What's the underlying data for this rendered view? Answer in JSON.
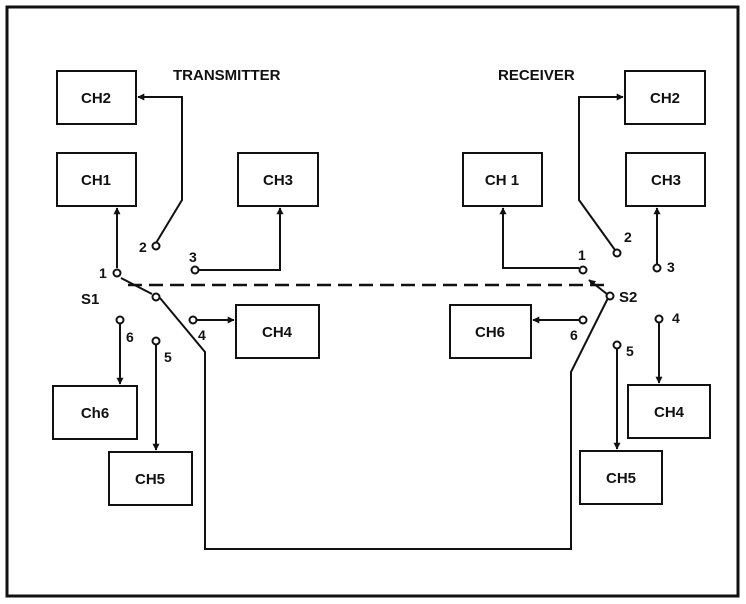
{
  "transmitter": {
    "title": "TRANSMITTER",
    "switch_label": "S1",
    "boxes": {
      "ch1": "CH1",
      "ch2": "CH2",
      "ch3": "CH3",
      "ch4": "CH4",
      "ch5": "CH5",
      "ch6": "Ch6"
    },
    "terminals": {
      "t1": "1",
      "t2": "2",
      "t3": "3",
      "t4": "4",
      "t5": "5",
      "t6": "6"
    }
  },
  "receiver": {
    "title": "RECEIVER",
    "switch_label": "S2",
    "boxes": {
      "ch1": "CH 1",
      "ch2": "CH2",
      "ch3": "CH3",
      "ch4": "CH4",
      "ch5": "CH5",
      "ch6": "CH6"
    },
    "terminals": {
      "t1": "1",
      "t2": "2",
      "t3": "3",
      "t4": "4",
      "t5": "5",
      "t6": "6"
    }
  },
  "colors": {
    "ink": "#111111",
    "background": "#ffffff"
  }
}
